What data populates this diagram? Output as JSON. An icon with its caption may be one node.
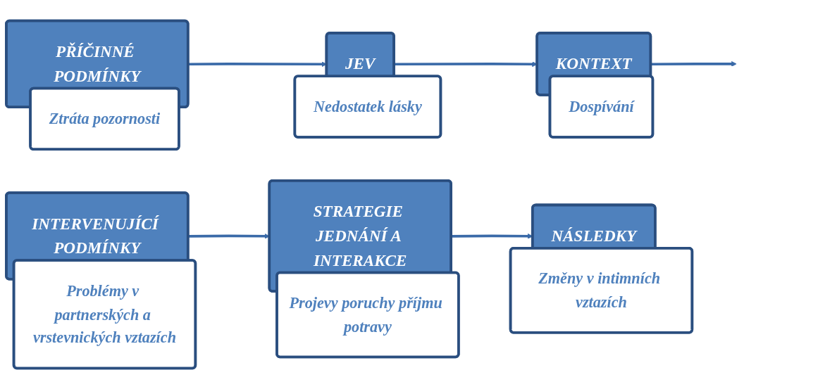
{
  "diagram": {
    "nodes": [
      {
        "text": [
          "PŘÍČINNÉ PODMÍNKY"
        ]
      },
      {
        "text": [
          "Ztráta pozornosti"
        ]
      },
      {
        "text": [
          "JEV"
        ]
      },
      {
        "text": [
          "Nedostatek lásky"
        ]
      },
      {
        "text": [
          "KONTEXT"
        ]
      },
      {
        "text": [
          "Dospívání"
        ]
      },
      {
        "text": [
          "INTERVENUJÍCÍ PODMÍNKY"
        ]
      },
      {
        "text": [
          "Problémy v partnerských a vrstevnických vztazích"
        ]
      },
      {
        "text": [
          "STRATEGIE JEDNÁNÍ A INTERAKCE"
        ]
      },
      {
        "text": [
          "Projevy poruchy příjmu potravy"
        ]
      },
      {
        "text": [
          "NÁSLEDKY"
        ]
      },
      {
        "text": [
          "Změny v intimních vztazích"
        ]
      }
    ],
    "edges": [
      {
        "from": 0,
        "to": 2,
        "arrow": "to"
      },
      {
        "from": 2,
        "to": 4,
        "arrow": "to"
      },
      {
        "from": 4,
        "to": null,
        "arrow": "to"
      },
      {
        "from": 6,
        "to": 8,
        "arrow": "to"
      },
      {
        "from": 8,
        "to": 10,
        "arrow": "to"
      }
    ]
  }
}
